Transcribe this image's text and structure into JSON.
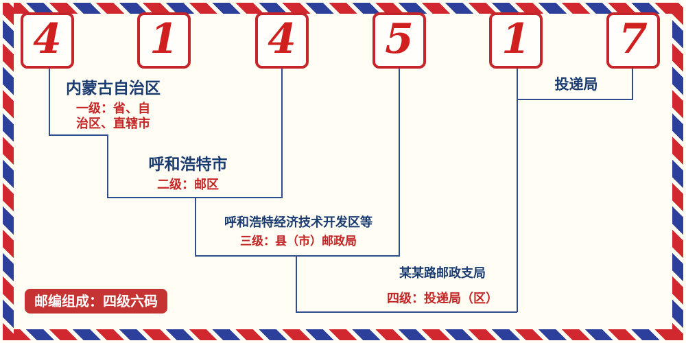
{
  "postal_code": {
    "digits": [
      "4",
      "1",
      "4",
      "5",
      "1",
      "7"
    ]
  },
  "labels": {
    "level1": {
      "title": "内蒙古自治区",
      "subtitle_lines": [
        "一级：省、自",
        "治区、直辖市"
      ]
    },
    "level2": {
      "title": "呼和浩特市",
      "subtitle_lines": [
        "二级：邮区"
      ]
    },
    "level3": {
      "title": "呼和浩特经济技术开发区等",
      "subtitle_lines": [
        "三级：县（市）邮政局"
      ]
    },
    "level4": {
      "title": "某某路邮政支局",
      "subtitle_lines": [
        "四级：投递局（区）"
      ]
    },
    "delivery": {
      "title": "投递局"
    }
  },
  "footer": {
    "badge_text": "邮编组成：四级六码"
  },
  "colors": {
    "digit_red": "#d01f1f",
    "box_border_red": "#c5262b",
    "label_navy": "#1a3b70",
    "label_red": "#c32525",
    "connector_blue": "#2d4d8e",
    "stripe_red": "#d0282e",
    "stripe_blue": "#2b3f9b",
    "badge_background": "#c53333",
    "background": "#fffdf4"
  }
}
